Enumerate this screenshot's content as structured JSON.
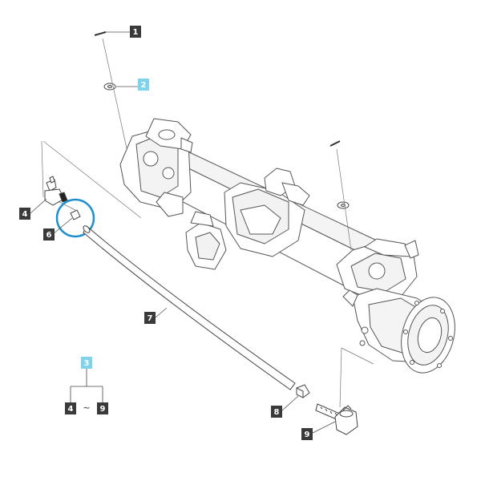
{
  "diagram": {
    "callouts": [
      {
        "label": "1",
        "part": "pin",
        "highlighted": false
      },
      {
        "label": "2",
        "part": "washer",
        "highlighted": true
      },
      {
        "label": "3",
        "part": "tie-rod-assembly",
        "highlighted": true
      },
      {
        "label": "4",
        "part": "ball-joint-left",
        "highlighted": false
      },
      {
        "label": "6",
        "part": "nut",
        "highlighted": false
      },
      {
        "label": "7",
        "part": "tie-rod",
        "highlighted": false
      },
      {
        "label": "8",
        "part": "nut",
        "highlighted": false
      },
      {
        "label": "9",
        "part": "ball-joint-right",
        "highlighted": false
      },
      {
        "label": "4",
        "part": "kit-item",
        "highlighted": false
      },
      {
        "label": "9",
        "part": "kit-item",
        "highlighted": false
      }
    ],
    "kit_separator": "~",
    "colors": {
      "callout_dark": "#3a3a3a",
      "callout_highlight": "#7fd3ea",
      "label_dark_text": "#ffffff",
      "label_highlight_text": "#ffffff",
      "selection_ring": "#1e8fd0",
      "line": "#444444"
    }
  }
}
